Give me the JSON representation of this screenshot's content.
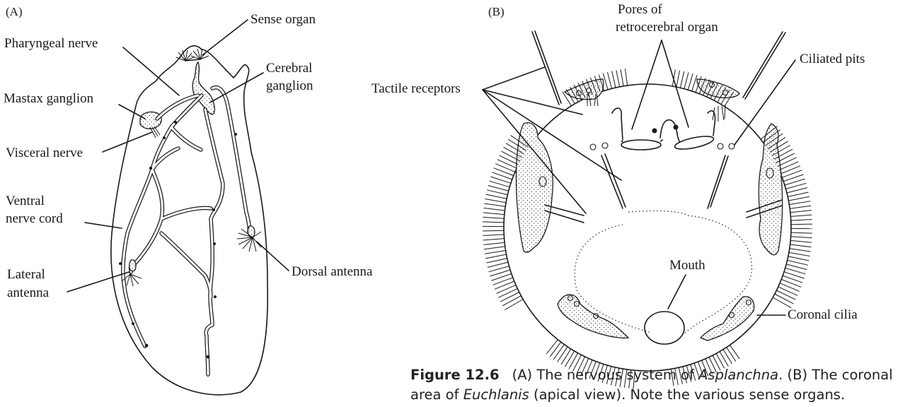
{
  "figure": {
    "number": "Figure 12.6",
    "caption_line1_pre": "(A) The nervous system of ",
    "caption_line1_italic": "Asplanchna",
    "caption_line1_post": ". (B) The coronal",
    "caption_line2_pre": "area of ",
    "caption_line2_italic": "Euchlanis",
    "caption_line2_post": " (apical view). Note the various sense organs."
  },
  "panel_a": {
    "tag": "(A)",
    "labels": {
      "sense_organ": "Sense organ",
      "pharyngeal_nerve": "Pharyngeal nerve",
      "cerebral_ganglion_1": "Cerebral",
      "cerebral_ganglion_2": "ganglion",
      "mastax_ganglion": "Mastax ganglion",
      "visceral_nerve": "Visceral nerve",
      "ventral_nerve_cord_1": "Ventral",
      "ventral_nerve_cord_2": "nerve cord",
      "dorsal_antenna": "Dorsal antenna",
      "lateral_antenna_1": "Lateral",
      "lateral_antenna_2": "antenna"
    }
  },
  "panel_b": {
    "tag": "(B)",
    "labels": {
      "pores_1": "Pores of",
      "pores_2": "retrocerebral organ",
      "ciliated_pits": "Ciliated pits",
      "tactile_receptors": "Tactile receptors",
      "mouth": "Mouth",
      "coronal_cilia": "Coronal cilia"
    }
  }
}
